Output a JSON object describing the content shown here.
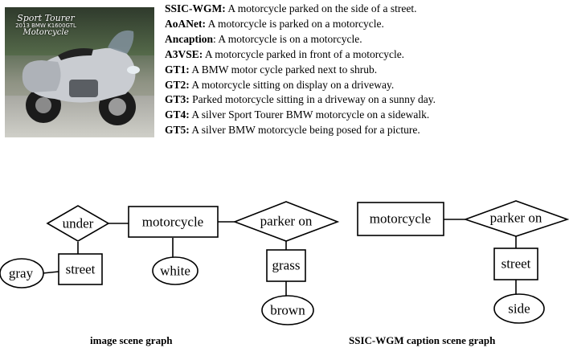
{
  "photo": {
    "overlay": {
      "line1": "Sport Tourer",
      "line2": "2013 BMW K1600GTL",
      "line3": "Motorcycle"
    }
  },
  "captions": [
    {
      "label": "SSIC-WGM:",
      "text": " A motorcycle parked on the side of a street."
    },
    {
      "label": "AoANet:",
      "text": " A motorcycle is parked on a motorcycle."
    },
    {
      "label": "Ancaption",
      "text": ": A motorcycle is on a motorcycle."
    },
    {
      "label": "A3VSE:",
      "text": " A motorcycle parked in front of a motorcycle."
    },
    {
      "label": "GT1:",
      "text": " A BMW motor cycle parked next to shrub."
    },
    {
      "label": "GT2:",
      "text": " A motorcycle sitting on display on a driveway."
    },
    {
      "label": "GT3:",
      "text": " Parked motorcycle sitting in a driveway on a sunny day."
    },
    {
      "label": "GT4:",
      "text": " A silver Sport Tourer BMW motorcycle on a sidewalk."
    },
    {
      "label": "GT5:",
      "text": " A silver BMW motorcycle being posed for a picture."
    }
  ],
  "image_graph": {
    "nodes": {
      "under": "under",
      "motorcycle": "motorcycle",
      "parker_on": "parker on",
      "gray": "gray",
      "street": "street",
      "white": "white",
      "grass": "grass",
      "brown": "brown"
    },
    "label": "image scene graph"
  },
  "caption_graph": {
    "nodes": {
      "motorcycle": "motorcycle",
      "parker_on": "parker on",
      "street": "street",
      "side": "side"
    },
    "label": "SSIC-WGM caption scene graph"
  }
}
